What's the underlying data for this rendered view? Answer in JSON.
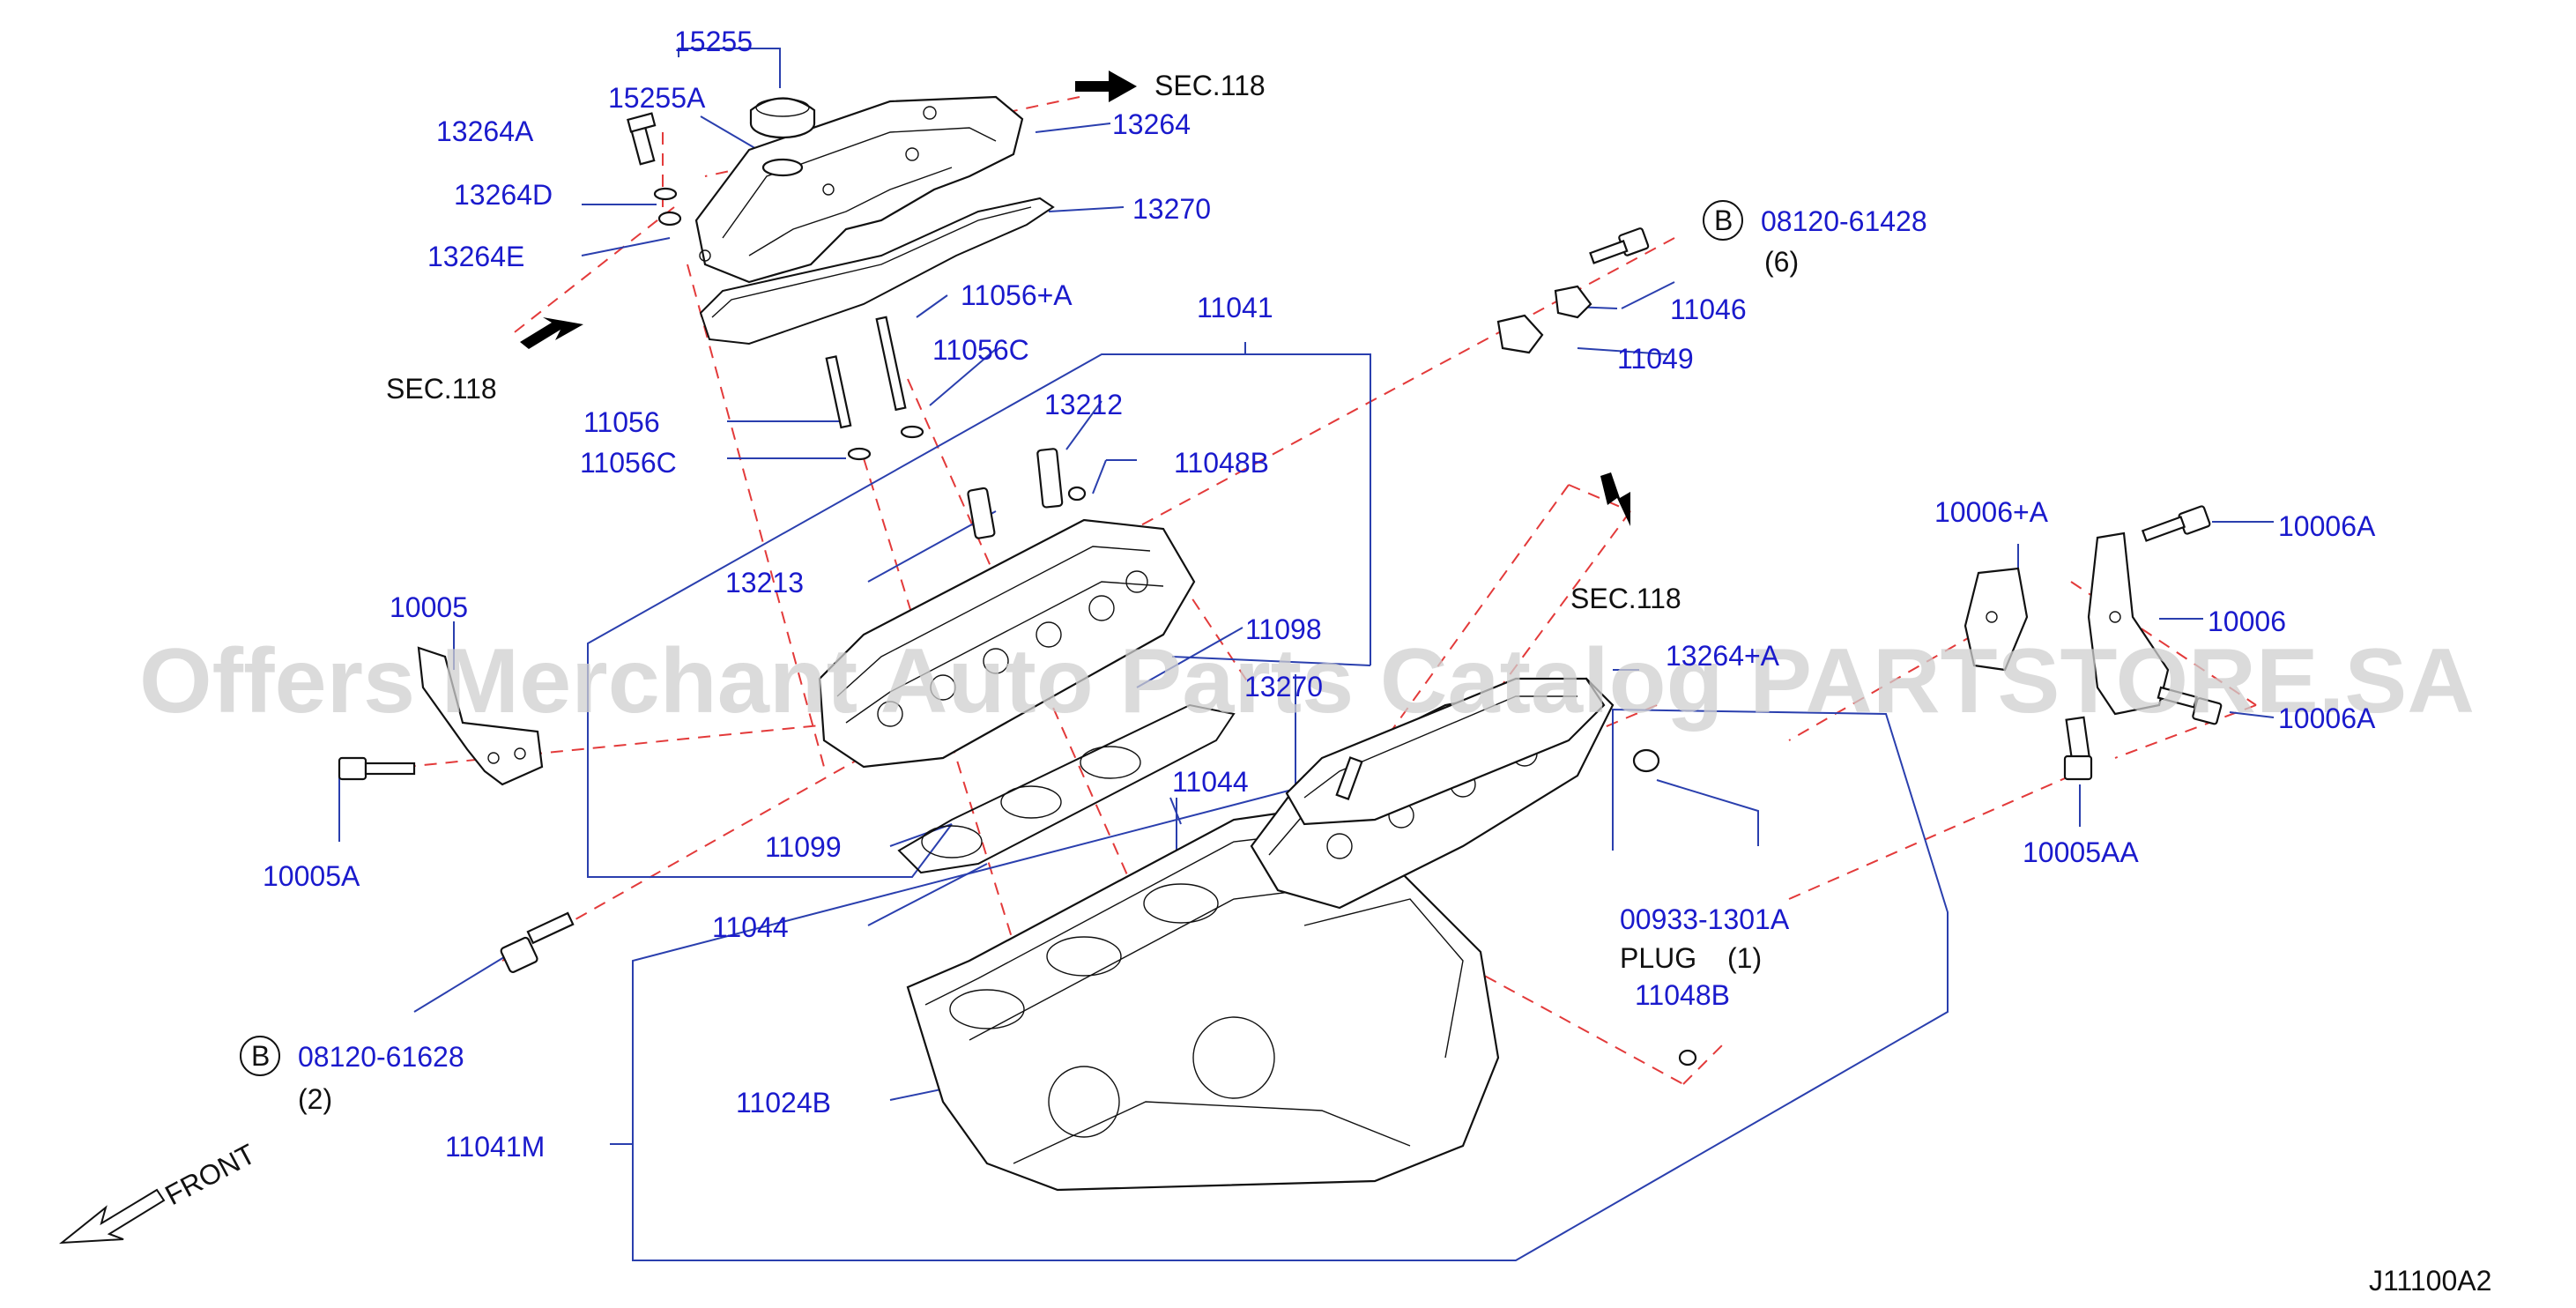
{
  "watermark": "Offers Merchant Auto Parts Catalog PARTSTORE.SA",
  "diagram_code": "J11100A2",
  "front_label": "FRONT",
  "section_refs": [
    "SEC.118",
    "SEC.118",
    "SEC.118"
  ],
  "callouts": {
    "p15255": "15255",
    "p15255A": "15255A",
    "p13264A": "13264A",
    "p13264": "13264",
    "p13264D": "13264D",
    "p13270": "13270",
    "p13264E": "13264E",
    "p11056pA": "11056+A",
    "p11041": "11041",
    "p11056C_1": "11056C",
    "p11056": "11056",
    "p13212": "13212",
    "p11056C_2": "11056C",
    "p11048B_1": "11048B",
    "p13213": "13213",
    "p10005": "10005",
    "p11098": "11098",
    "p13270_2": "13270",
    "p13264pA": "13264+A",
    "p11044_1": "11044",
    "p11099": "11099",
    "p10005A": "10005A",
    "p11044_2": "11044",
    "p00933": "00933-1301A",
    "p11048B_2": "11048B",
    "p11024B": "11024B",
    "p11041M": "11041M",
    "p08120_61428": "08120-61428",
    "p11046": "11046",
    "p11049": "11049",
    "p10006pA": "10006+A",
    "p10006A_1": "10006A",
    "p10006": "10006",
    "p10006A_2": "10006A",
    "p10005AA": "10005AA",
    "p08120_61628": "08120-61628"
  },
  "notes": {
    "qty_6": "(6)",
    "plug": "PLUG",
    "qty_1": "(1)",
    "qty_2": "(2)",
    "badge_b1": "B",
    "badge_b2": "B"
  }
}
